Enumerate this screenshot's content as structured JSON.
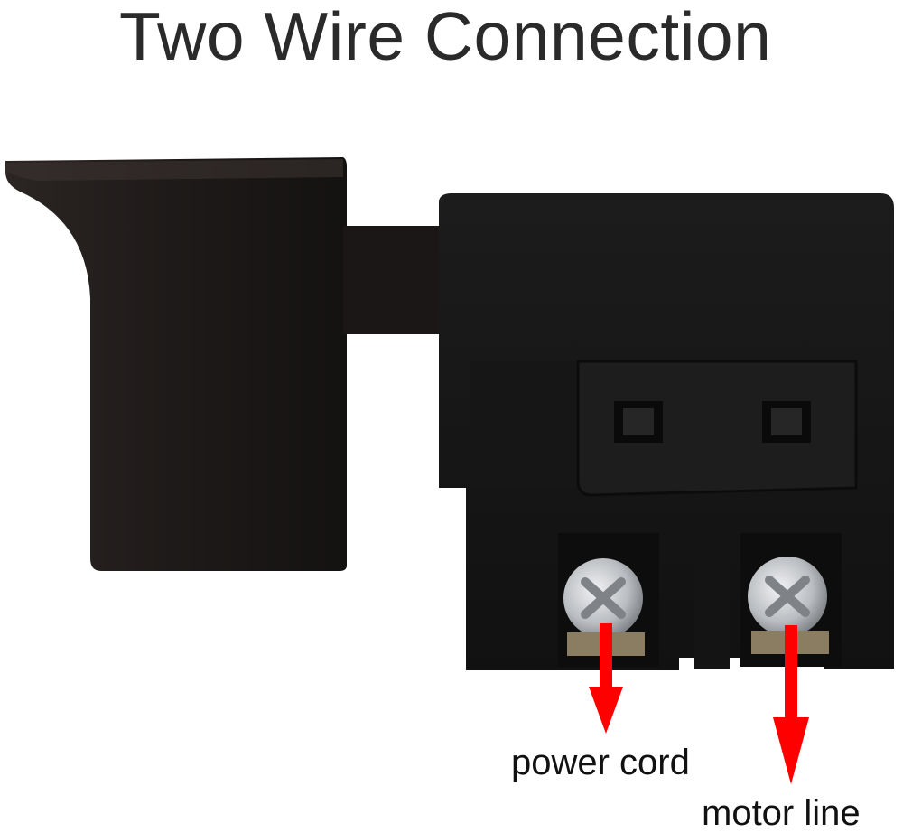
{
  "title": "Two Wire Connection",
  "labels": {
    "power_cord": "power cord",
    "motor_line": "motor line"
  },
  "colors": {
    "background": "#ffffff",
    "switch_body": "#1a1a1a",
    "arrow": "#ff0000",
    "screw": "#c9ccd0"
  }
}
